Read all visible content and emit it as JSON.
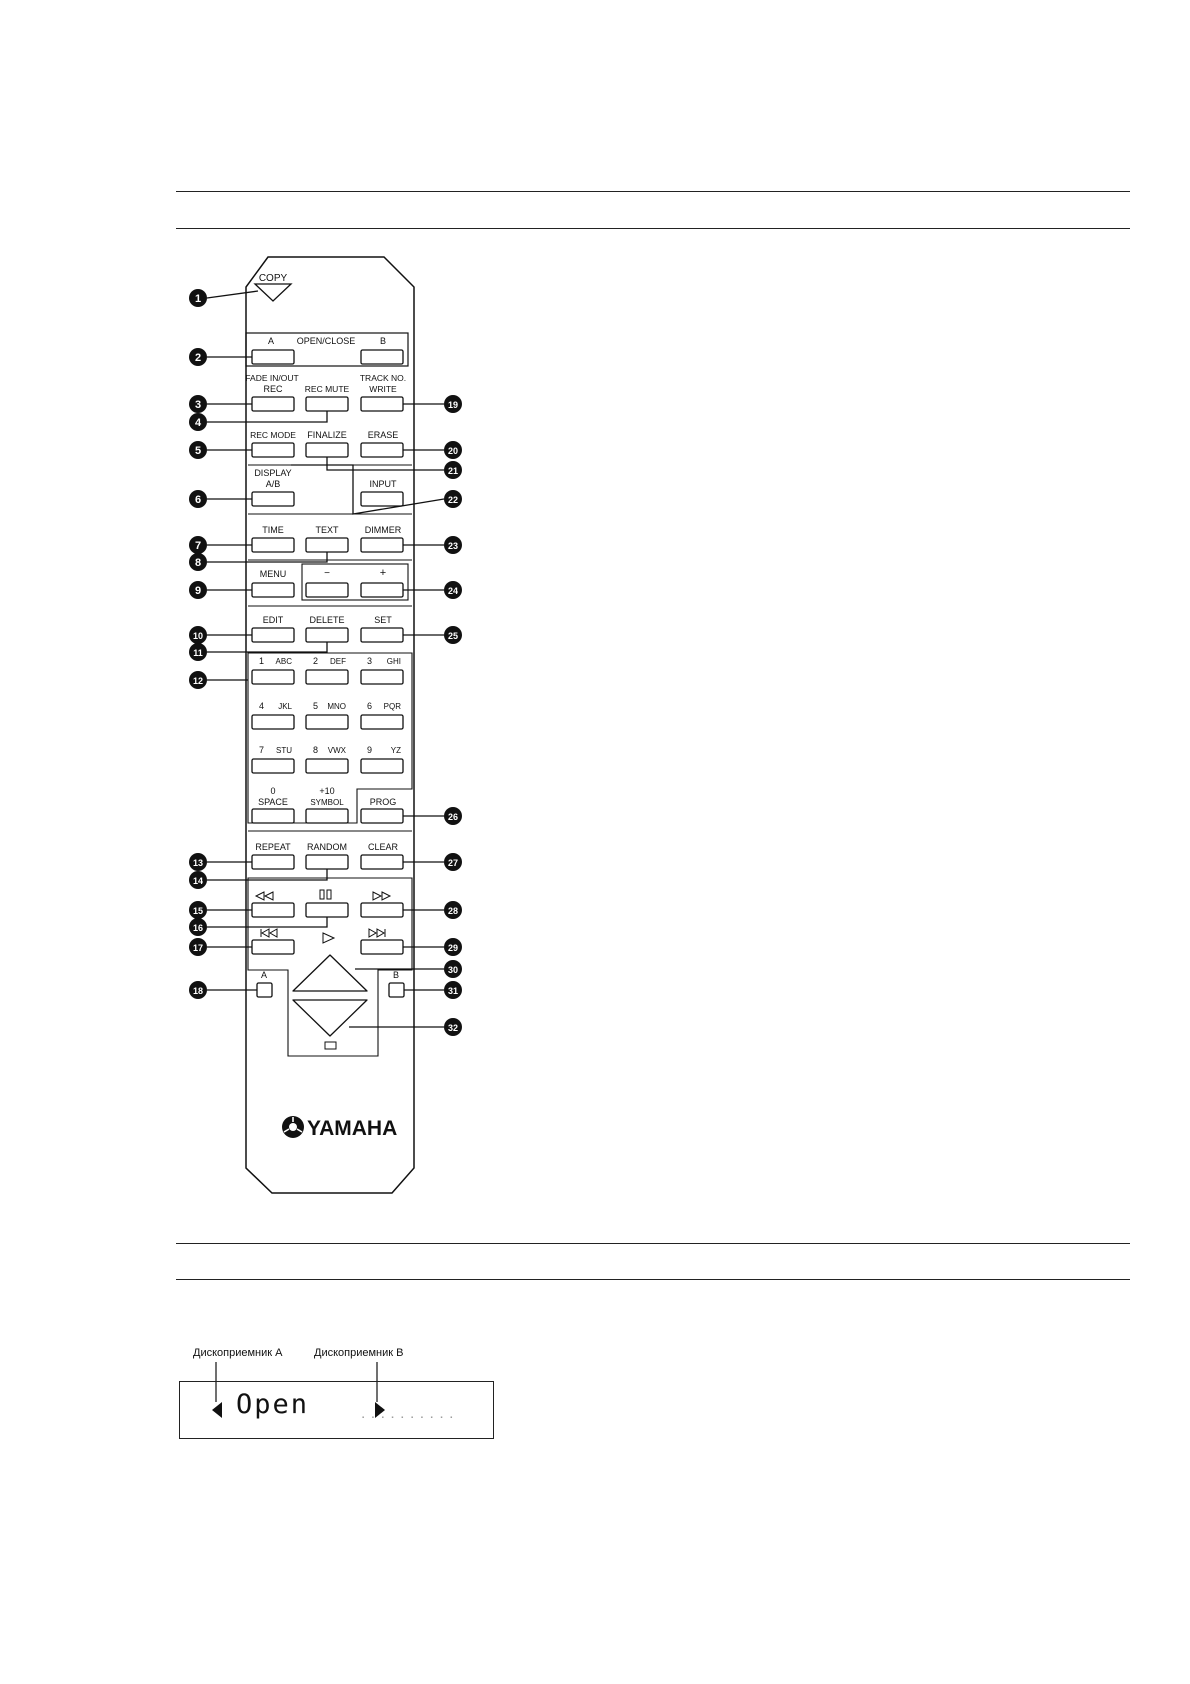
{
  "remote": {
    "copy": "COPY",
    "disc_a": "A",
    "open_close": "OPEN/CLOSE",
    "disc_b": "B",
    "fade_in_out": "FADE IN/OUT",
    "rec": "REC",
    "rec_mute": "REC MUTE",
    "track_no": "TRACK NO.",
    "write": "WRITE",
    "rec_mode": "REC MODE",
    "finalize": "FINALIZE",
    "erase": "ERASE",
    "display": "DISPLAY",
    "ab": "A/B",
    "input": "INPUT",
    "time": "TIME",
    "text": "TEXT",
    "dimmer": "DIMMER",
    "menu": "MENU",
    "minus": "−",
    "plus": "+",
    "edit": "EDIT",
    "delete": "DELETE",
    "set": "SET",
    "keys": [
      {
        "num": "1",
        "letters": "ABC"
      },
      {
        "num": "2",
        "letters": "DEF"
      },
      {
        "num": "3",
        "letters": "GHI"
      },
      {
        "num": "4",
        "letters": "JKL"
      },
      {
        "num": "5",
        "letters": "MNO"
      },
      {
        "num": "6",
        "letters": "PQR"
      },
      {
        "num": "7",
        "letters": "STU"
      },
      {
        "num": "8",
        "letters": "VWX"
      },
      {
        "num": "9",
        "letters": "YZ"
      }
    ],
    "zero": "0",
    "space": "SPACE",
    "plus10": "+10",
    "symbol": "SYMBOL",
    "prog": "PROG",
    "repeat": "REPEAT",
    "random": "RANDOM",
    "clear": "CLEAR",
    "transport_a": "A",
    "transport_b": "B",
    "brand": "YAMAHA"
  },
  "callouts": [
    "1",
    "2",
    "3",
    "4",
    "5",
    "6",
    "7",
    "8",
    "9",
    "10",
    "11",
    "12",
    "13",
    "14",
    "15",
    "16",
    "17",
    "18",
    "19",
    "20",
    "21",
    "22",
    "23",
    "24",
    "25",
    "26",
    "27",
    "28",
    "29",
    "30",
    "31",
    "32"
  ],
  "display": {
    "tray_a": "Дископриемник A",
    "tray_b": "Дископриемник B",
    "screen_text": "Open"
  }
}
